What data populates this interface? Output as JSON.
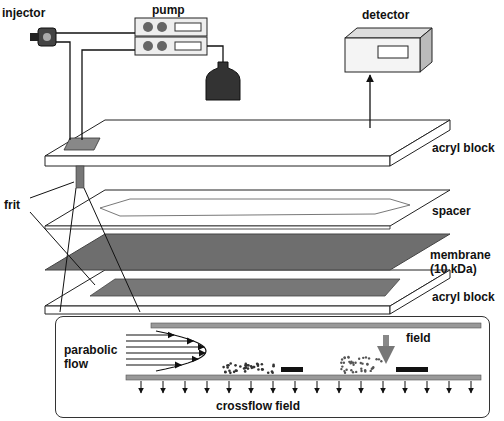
{
  "diagram": {
    "nodes": [
      {
        "text": [
          "parabolic flow",
          "field",
          "crossflow field"
        ]
      }
    ],
    "labels": [
      "injector",
      "pump",
      "detector",
      "acryl block",
      "spacer",
      "membrane (10 kDa)",
      "acryl block",
      "frit"
    ]
  }
}
